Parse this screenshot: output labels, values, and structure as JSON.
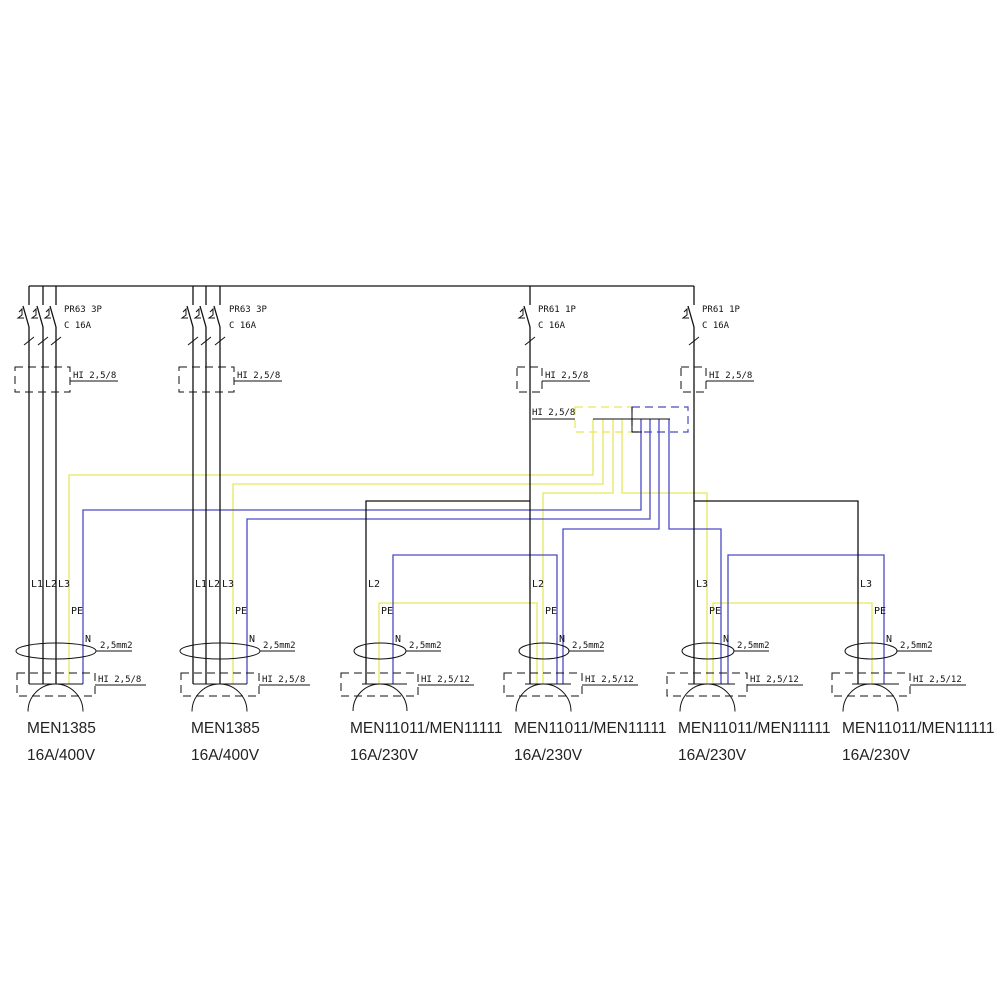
{
  "diagram": {
    "breakers": [
      {
        "model": "PR63 3P",
        "rating": "C 16A",
        "terminal": "HI 2,5/8"
      },
      {
        "model": "PR63 3P",
        "rating": "C 16A",
        "terminal": "HI 2,5/8"
      },
      {
        "model": "PR61 1P",
        "rating": "C 16A",
        "terminal": "HI 2,5/8"
      },
      {
        "model": "PR61 1P",
        "rating": "C 16A",
        "terminal": "HI 2,5/8"
      }
    ],
    "distribution_terminal": {
      "label": "HI 2,5/8"
    },
    "outlets": [
      {
        "model": "MEN1385",
        "rating": "16A/400V",
        "conductors": [
          "L1",
          "L2",
          "L3",
          "PE",
          "N"
        ],
        "cable": "2,5mm2",
        "terminal": "HI 2,5/8"
      },
      {
        "model": "MEN1385",
        "rating": "16A/400V",
        "conductors": [
          "L1",
          "L2",
          "L3",
          "PE",
          "N"
        ],
        "cable": "2,5mm2",
        "terminal": "HI 2,5/8"
      },
      {
        "model": "MEN11011/MEN11111",
        "rating": "16A/230V",
        "conductors": [
          "L2",
          "PE",
          "N"
        ],
        "cable": "2,5mm2",
        "terminal": "HI 2,5/12"
      },
      {
        "model": "MEN11011/MEN11111",
        "rating": "16A/230V",
        "conductors": [
          "L2",
          "PE",
          "N"
        ],
        "cable": "2,5mm2",
        "terminal": "HI 2,5/12"
      },
      {
        "model": "MEN11011/MEN11111",
        "rating": "16A/230V",
        "conductors": [
          "L3",
          "PE",
          "N"
        ],
        "cable": "2,5mm2",
        "terminal": "HI 2,5/12"
      },
      {
        "model": "MEN11011/MEN11111",
        "rating": "16A/230V",
        "conductors": [
          "L3",
          "PE",
          "N"
        ],
        "cable": "2,5mm2",
        "terminal": "HI 2,5/12"
      }
    ]
  },
  "colors": {
    "phase": "#111111",
    "protective_earth": "#e6e65c",
    "neutral": "#4a4ac4"
  }
}
